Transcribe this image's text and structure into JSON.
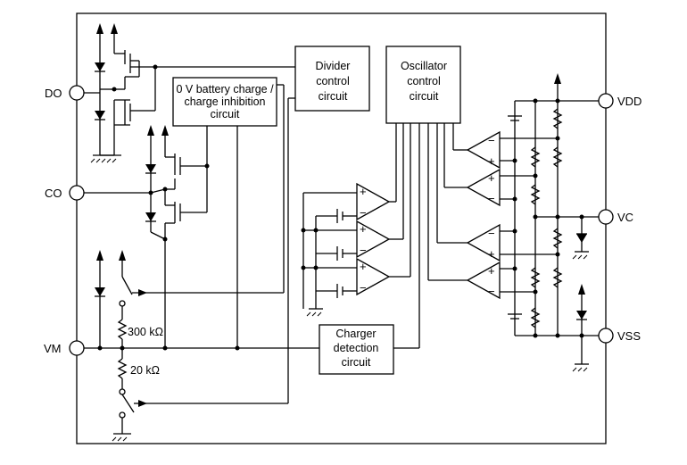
{
  "pins": {
    "do": "DO",
    "co": "CO",
    "vm": "VM",
    "vdd": "VDD",
    "vc": "VC",
    "vss": "VSS"
  },
  "blocks": {
    "zero_v": [
      "0 V battery charge /",
      "charge inhibition",
      "circuit"
    ],
    "divider": [
      "Divider",
      "control",
      "circuit"
    ],
    "oscillator": [
      "Oscillator",
      "control",
      "circuit"
    ],
    "charger": [
      "Charger",
      "detection",
      "circuit"
    ]
  },
  "resistors": {
    "r300k": "300 kΩ",
    "r20k": "20 kΩ"
  },
  "opamp_signs": {
    "plus": "+",
    "minus": "−"
  }
}
